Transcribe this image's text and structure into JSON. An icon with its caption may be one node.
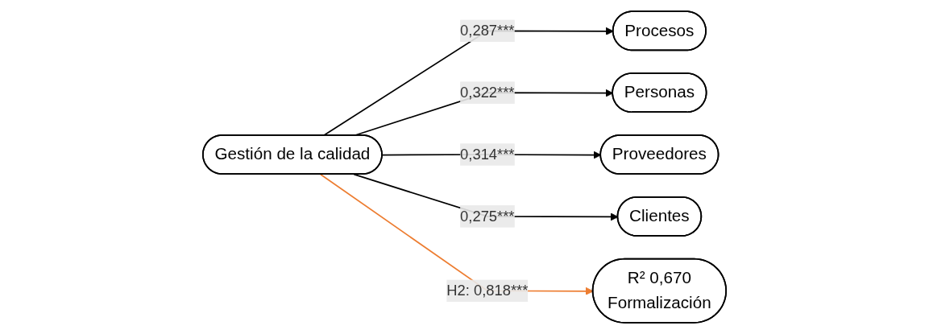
{
  "diagram": {
    "nodes": [
      {
        "text": [
          "Procesos"
        ]
      },
      {
        "text": [
          "Personas"
        ]
      },
      {
        "text": [
          "Proveedores"
        ]
      },
      {
        "text": [
          "Clientes"
        ]
      },
      {
        "text": [
          "Gestión de la calidad"
        ]
      },
      {
        "text": [
          "R² 0,670",
          "Formalización"
        ]
      }
    ],
    "edges": [
      {
        "from": 4,
        "to": 0,
        "arrow": "to",
        "label": "0,287***"
      },
      {
        "from": 4,
        "to": 1,
        "arrow": "to",
        "label": "0,322***"
      },
      {
        "from": 4,
        "to": 2,
        "arrow": "to",
        "label": "0,314***"
      },
      {
        "from": 4,
        "to": 3,
        "arrow": "to",
        "label": "0,275***"
      },
      {
        "from": 4,
        "to": 5,
        "arrow": "to",
        "label": "H2: 0,818***",
        "color": "#ed7d31"
      }
    ]
  }
}
